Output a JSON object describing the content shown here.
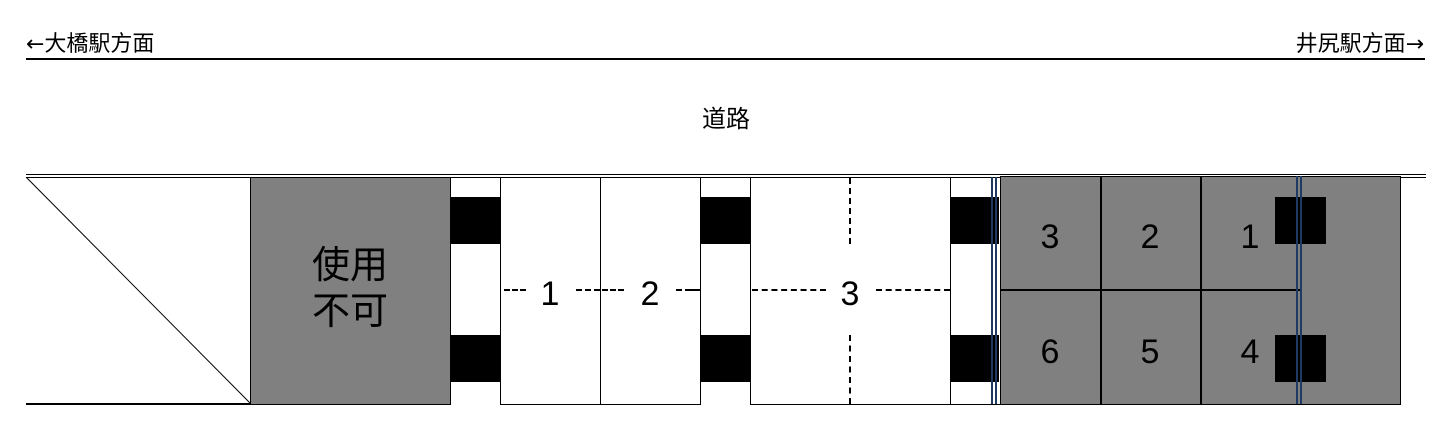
{
  "header": {
    "left_direction": "←大橋駅方面",
    "right_direction": "井尻駅方面→"
  },
  "road_label": "道路",
  "unusable_area": {
    "line1": "使用",
    "line2": "不可"
  },
  "open_lot": {
    "spaces": [
      {
        "number": "1"
      },
      {
        "number": "2"
      },
      {
        "number": "3"
      }
    ]
  },
  "covered_lot": {
    "top_row": [
      "3",
      "2",
      "1"
    ],
    "bottom_row": [
      "6",
      "5",
      "4"
    ]
  },
  "colors": {
    "unusable_fill": "#808080",
    "covered_fill": "#808080",
    "rail_line": "#1f3b63",
    "pillar": "#000000"
  }
}
